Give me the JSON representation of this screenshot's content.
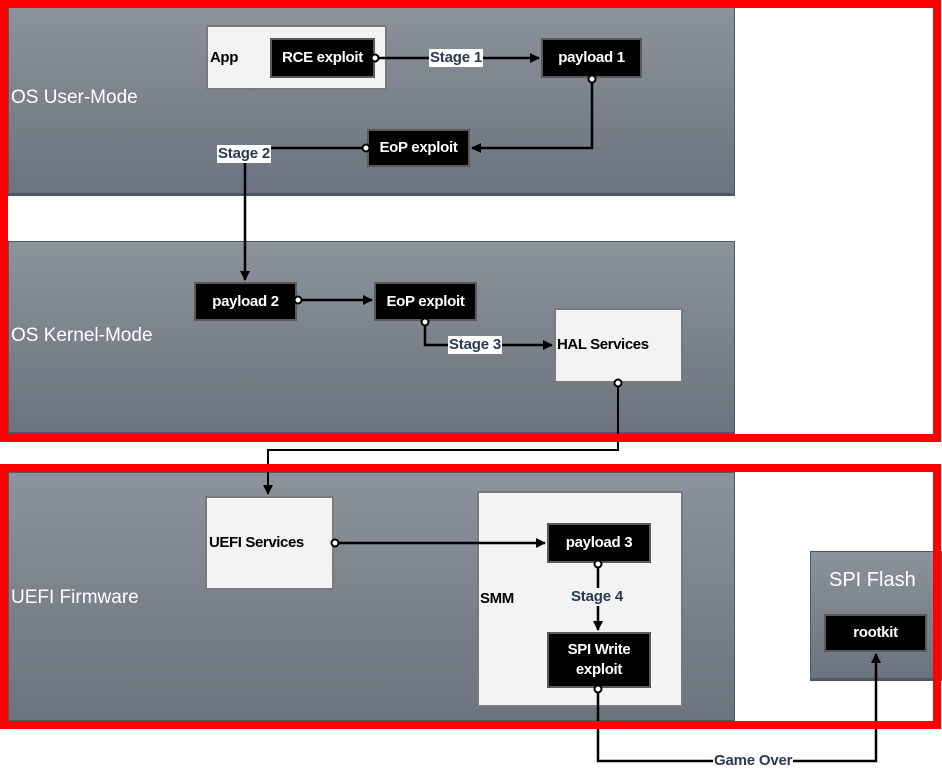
{
  "layers": {
    "user_mode": {
      "label": "OS User-Mode"
    },
    "kernel_mode": {
      "label": "OS Kernel-Mode"
    },
    "uefi_firmware": {
      "label": "UEFI Firmware"
    },
    "spi_flash": {
      "label": "SPI Flash"
    }
  },
  "containers": {
    "app": "App",
    "hal_services": "HAL Services",
    "uefi_services": "UEFI Services",
    "smm": "SMM"
  },
  "nodes": {
    "rce_exploit": "RCE exploit",
    "payload_1": "payload 1",
    "eop_exploit_user": "EoP exploit",
    "payload_2": "payload 2",
    "eop_exploit_kernel": "EoP exploit",
    "payload_3": "payload 3",
    "spi_write_exploit_line1": "SPI Write",
    "spi_write_exploit_line2": "exploit",
    "rootkit": "rootkit"
  },
  "edges": {
    "stage_1": "Stage 1",
    "stage_2": "Stage 2",
    "stage_3": "Stage 3",
    "stage_4": "Stage 4",
    "game_over": "Game Over"
  },
  "colors": {
    "highlight_frame": "#ff0000",
    "node_fill": "#000000",
    "container_fill": "#f3f3f3",
    "layer_fill": "#7b818b"
  }
}
